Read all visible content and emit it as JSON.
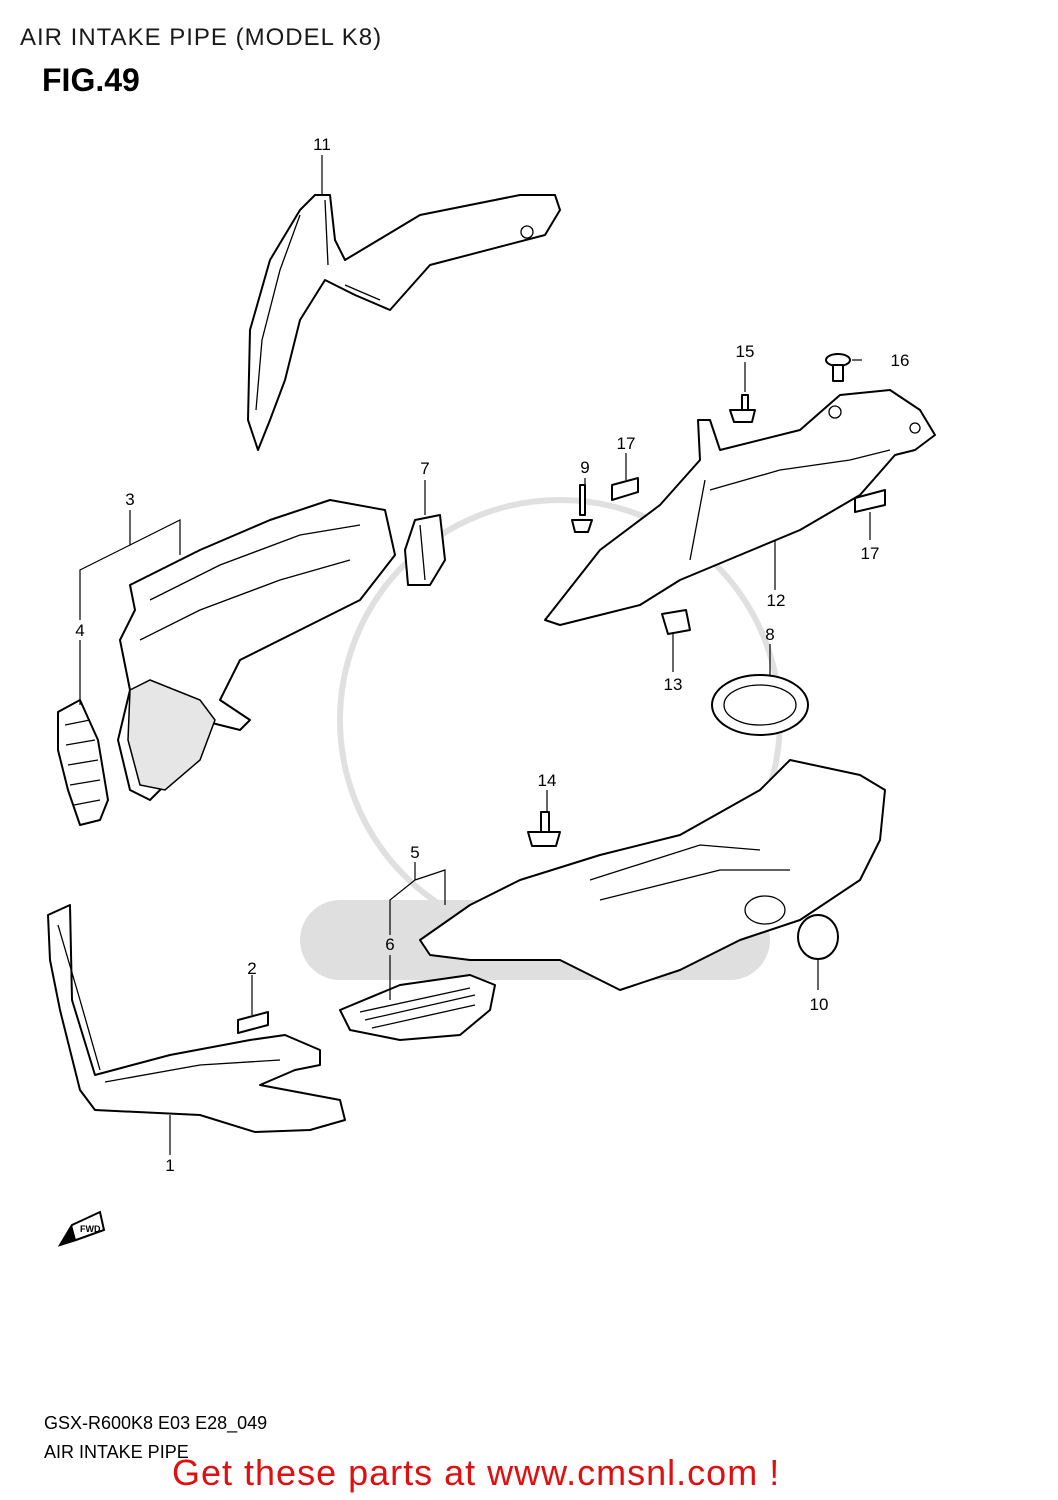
{
  "header": {
    "title": "AIR INTAKE PIPE (MODEL K8)",
    "figure": "FIG.49"
  },
  "parts": [
    {
      "number": "1"
    },
    {
      "number": "2"
    },
    {
      "number": "3"
    },
    {
      "number": "4"
    },
    {
      "number": "5"
    },
    {
      "number": "6"
    },
    {
      "number": "7"
    },
    {
      "number": "8"
    },
    {
      "number": "9"
    },
    {
      "number": "10"
    },
    {
      "number": "11"
    },
    {
      "number": "12"
    },
    {
      "number": "13"
    },
    {
      "number": "14"
    },
    {
      "number": "15"
    },
    {
      "number": "16"
    },
    {
      "number": "17"
    }
  ],
  "direction_arrow": {
    "label": "FWD",
    "icon": "forward-arrow-icon"
  },
  "footer": {
    "code": "GSX-R600K8 E03 E28_049",
    "name": "AIR INTAKE PIPE",
    "cta": "Get these parts at www.cmsnl.com !"
  },
  "colors": {
    "cta": "#e01010"
  }
}
